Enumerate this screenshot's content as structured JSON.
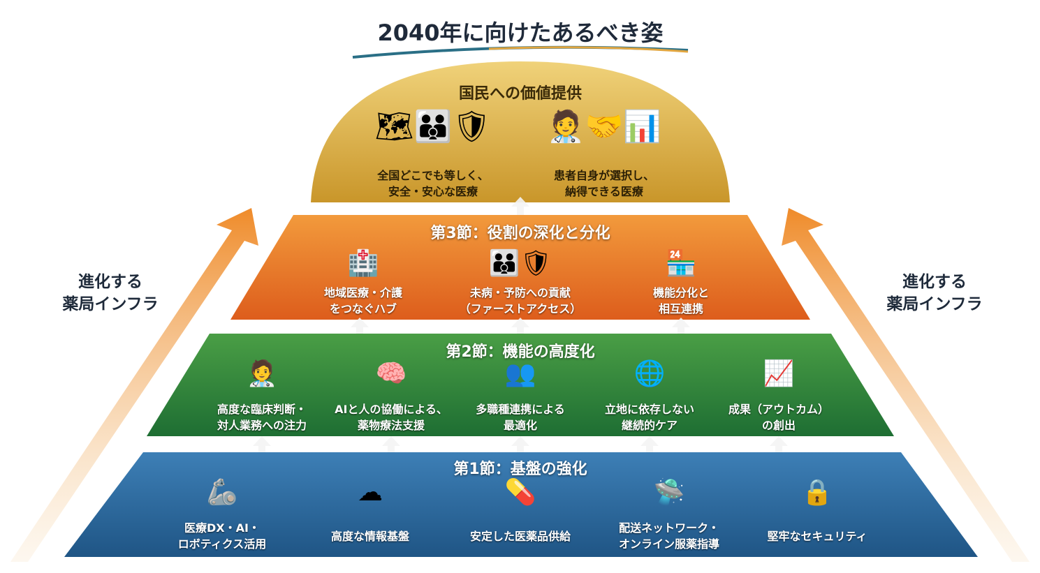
{
  "title": "2040年に向けたあるべき姿",
  "side_label": {
    "line1": "進化する",
    "line2": "薬局インフラ"
  },
  "dome": {
    "title": "国民への価値提供",
    "items": [
      {
        "icon": "map-family-shield-icon",
        "line1": "全国どこでも等しく、",
        "line2": "安全・安心な医療"
      },
      {
        "icon": "doctor-patient-tablet-icon",
        "line1": "患者自身が選択し、",
        "line2": "納得できる医療"
      }
    ]
  },
  "layer3": {
    "title": "第3節：役割の深化と分化",
    "items": [
      {
        "icon": "hospital-network-icon",
        "line1": "地域医療・介護",
        "line2": "をつなぐハブ"
      },
      {
        "icon": "family-shield-icon",
        "line1": "未病・予防への貢献",
        "line2": "（ファーストアクセス）"
      },
      {
        "icon": "pharmacy-network-icon",
        "line1": "機能分化と",
        "line2": "相互連携"
      }
    ]
  },
  "layer2": {
    "title": "第2節：機能の高度化",
    "items": [
      {
        "icon": "pharmacist-patient-icon",
        "line1": "高度な臨床判断・",
        "line2": "対人業務への注力"
      },
      {
        "icon": "ai-brain-icon",
        "line1": "AIと人の協働による、",
        "line2": "薬物療法支援"
      },
      {
        "icon": "team-icon",
        "line1": "多職種連携による",
        "line2": "最適化"
      },
      {
        "icon": "globe-pin-icon",
        "line1": "立地に依存しない",
        "line2": "継続的ケア"
      },
      {
        "icon": "trend-up-icon",
        "line1": "成果（アウトカム）",
        "line2": "の創出"
      }
    ]
  },
  "layer1": {
    "title": "第1節：基盤の強化",
    "items": [
      {
        "icon": "robot-arm-icon",
        "line1": "医療DX・AI・",
        "line2": "ロボティクス活用"
      },
      {
        "icon": "cloud-database-icon",
        "line1": "高度な情報基盤",
        "line2": ""
      },
      {
        "icon": "pills-icon",
        "line1": "安定した医薬品供給",
        "line2": ""
      },
      {
        "icon": "drone-tablet-icon",
        "line1": "配送ネットワーク・",
        "line2": "オンライン服薬指導"
      },
      {
        "icon": "lock-icon",
        "line1": "堅牢なセキュリティ",
        "line2": ""
      }
    ]
  },
  "colors": {
    "dome": "#d9ad3c",
    "layer3": "#e8722a",
    "layer2": "#2f8a3a",
    "layer1": "#2c6aa0"
  }
}
